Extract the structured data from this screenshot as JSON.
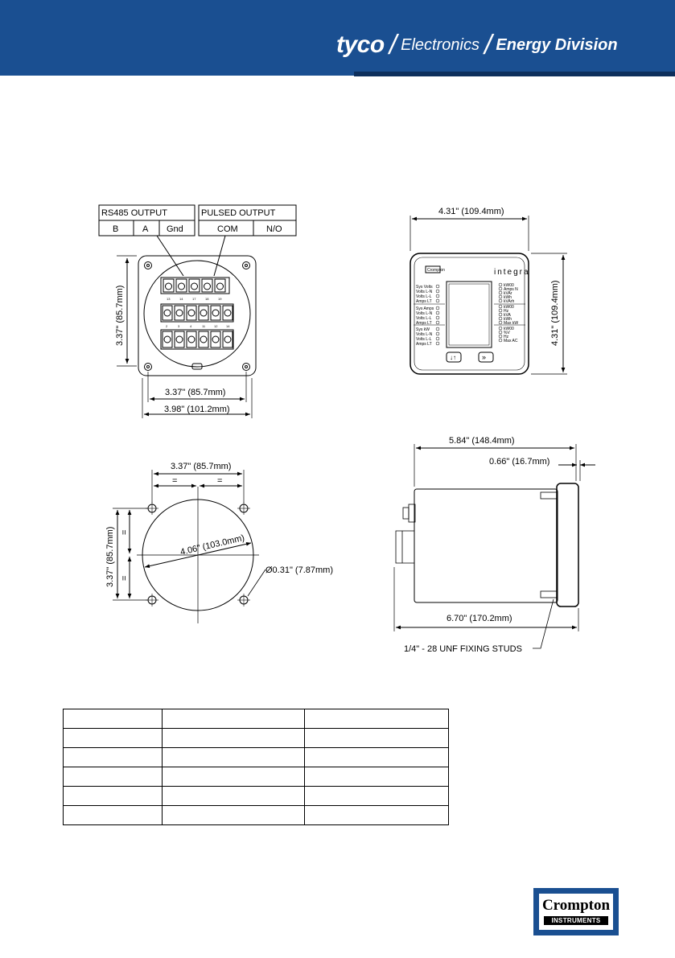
{
  "header": {
    "brand_tyco": "tyco",
    "brand_electronics": "Electronics",
    "brand_division": "Energy Division",
    "accent_color": "#1a4f91"
  },
  "rear_view": {
    "rs485_title": "RS485 OUTPUT",
    "rs485_terminals": [
      "B",
      "A",
      "Gnd"
    ],
    "pulsed_title": "PULSED OUTPUT",
    "pulsed_terminals": [
      "COM",
      "N/O"
    ],
    "top_terminal_numbers": [
      "13",
      "14",
      "17",
      "18",
      "19"
    ],
    "mid_terminal_numbers": [
      "2",
      "3",
      "4",
      "11",
      "12",
      "14"
    ],
    "height_dim": "3.37\" (85.7mm)",
    "inner_width_dim": "3.37\" (85.7mm)",
    "outer_width_dim": "3.98\" (101.2mm)"
  },
  "front_view": {
    "width_dim": "4.31\" (109.4mm)",
    "height_dim": "4.31\" (109.4mm)",
    "brand_badge": "Crompton",
    "product_name": "integra",
    "left_labels": [
      "Sys Volts",
      "Volts L-N",
      "Volts L-L",
      "Amps LT",
      "Sys Amps",
      "Volts L-N",
      "Volts L-L",
      "Amps LT",
      "Sys kW",
      "Volts L-N",
      "Volts L-L",
      "Amps LT"
    ],
    "right_labels": [
      "kW00",
      "Amps N",
      "kVAr",
      "kWh",
      "kVArh",
      "kW00",
      "Hz",
      "kVA",
      "kWh",
      "Max kW",
      "kW00",
      "%V",
      "Hz",
      "Max AC"
    ],
    "button_left": "↓↑",
    "button_right": "»"
  },
  "cutout_view": {
    "width_dim": "3.37\" (85.7mm)",
    "height_dim": "3.37\" (85.7mm)",
    "equal_mark": "=",
    "diameter_dim": "4.06\" (103.0mm)",
    "hole_dim": "Ø0.31\" (7.87mm)"
  },
  "side_view": {
    "overall_dim": "5.84\" (148.4mm)",
    "bezel_dim": "0.66\" (16.7mm)",
    "total_dim": "6.70\" (170.2mm)",
    "studs_label": "1/4\" - 28 UNF FIXING STUDS"
  },
  "footer": {
    "logo_name": "Crompton",
    "logo_sub": "INSTRUMENTS"
  }
}
